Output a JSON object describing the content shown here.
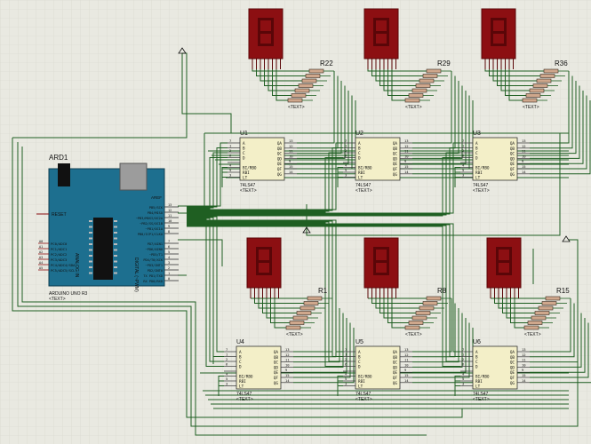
{
  "arduino": {
    "ref": "ARD1",
    "model": "ARDUINO UNO R3",
    "text_tag": "<TEXT>",
    "reset": "RESET",
    "aref": "AREF",
    "board_text": "ANALOG IN",
    "digital_text": "DIGITAL (~PWM)",
    "tx": "TX",
    "rx": "RX",
    "analog_pins": [
      "PC0/ADC0",
      "PC1/ADC1",
      "PC2/ADC2",
      "PC3/ADC3",
      "PC4/ADC4/SDA",
      "PC5/ADC5/SCL"
    ],
    "analog_nums": [
      "A0",
      "A1",
      "A2",
      "A3",
      "A4",
      "A5"
    ],
    "digital_pins_top": [
      "PB5/SCK",
      "PB4/MISO",
      "~PB3/MOSI/OC2A",
      "~PB2/SS/OC1B",
      "~PB1/OC1A",
      "PB0/ICP1/CLKO"
    ],
    "digital_nums_top": [
      "13",
      "12",
      "11",
      "10",
      "9",
      "8"
    ],
    "digital_pins_bottom": [
      "PD7/AIN1",
      "~PD6/AIN0",
      "~PD5/T1",
      "PD4/T0/XCK",
      "~PD3/INT1",
      "PD2/INT0",
      "TX PD1/TXD",
      "RX PD0/RXD"
    ],
    "digital_nums_bottom": [
      "7",
      "6",
      "5",
      "4",
      "3",
      "2",
      "1",
      "0"
    ]
  },
  "decoders": [
    {
      "ref": "U1",
      "part": "74LS47",
      "tag": "<TEXT>"
    },
    {
      "ref": "U2",
      "part": "74LS47",
      "tag": "<TEXT>"
    },
    {
      "ref": "U3",
      "part": "74LS47",
      "tag": "<TEXT>"
    },
    {
      "ref": "U4",
      "part": "74LS47",
      "tag": "<TEXT>"
    },
    {
      "ref": "U5",
      "part": "74LS47",
      "tag": "<TEXT>"
    },
    {
      "ref": "U6",
      "part": "74LS47",
      "tag": "<TEXT>"
    }
  ],
  "decoder_left_pins": [
    "A",
    "B",
    "C",
    "D",
    "",
    "BI/RBO",
    "RBI",
    "LT"
  ],
  "decoder_right_pins": [
    "QA",
    "QB",
    "QC",
    "QD",
    "QE",
    "QF",
    "QG"
  ],
  "decoder_right_nums": [
    "13",
    "12",
    "11",
    "10",
    "9",
    "15",
    "14"
  ],
  "resistor_labels": [
    "R22",
    "R29",
    "R36",
    "R1",
    "R8",
    "R15"
  ],
  "resistor_tag": "<TEXT>",
  "colors": {
    "background": "#e9e9e1",
    "grid": "#d6d6cc",
    "wire": "#1f5f22",
    "segment_body": "#8c0f12",
    "segment_lit": "#5a0608",
    "board": "#1d6f8f",
    "chip_body": "#f3efc8",
    "resistor": "#cfa78c"
  }
}
